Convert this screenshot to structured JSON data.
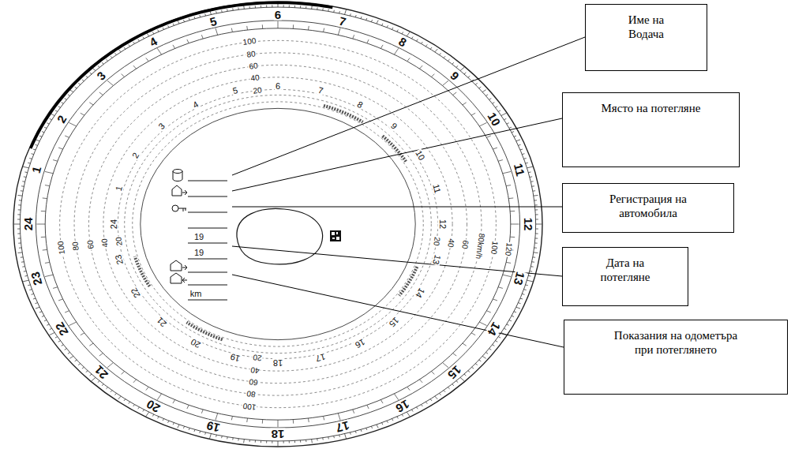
{
  "diagram": {
    "nodes": [
      {
        "text": [
          "Име на Водача"
        ]
      },
      {
        "text": [
          "Място на потегляне"
        ]
      },
      {
        "text": [
          "Регистрация на автомобила"
        ]
      },
      {
        "text": [
          "Дата на потегляне"
        ]
      },
      {
        "text": [
          "Показания на одометъра при потеглянето"
        ]
      }
    ],
    "labels": [
      "1",
      "2",
      "3",
      "4",
      "5",
      "6",
      "7",
      "8",
      "9",
      "10",
      "11",
      "12",
      "13",
      "14",
      "15",
      "16",
      "17",
      "18",
      "19",
      "20",
      "21",
      "22",
      "23",
      "24",
      "1",
      "2",
      "3",
      "4",
      "5",
      "6",
      "7",
      "8",
      "9",
      "10",
      "11",
      "12",
      "13",
      "14",
      "15",
      "16",
      "17",
      "18",
      "19",
      "20",
      "21",
      "22",
      "23",
      "24",
      "20",
      "40",
      "60",
      "80",
      "100",
      "20",
      "40",
      "60",
      "80km/h",
      "100",
      "120",
      "20",
      "40",
      "60",
      "80",
      "100",
      "20",
      "40",
      "60",
      "80",
      "100",
      "19",
      "19",
      "km"
    ]
  }
}
